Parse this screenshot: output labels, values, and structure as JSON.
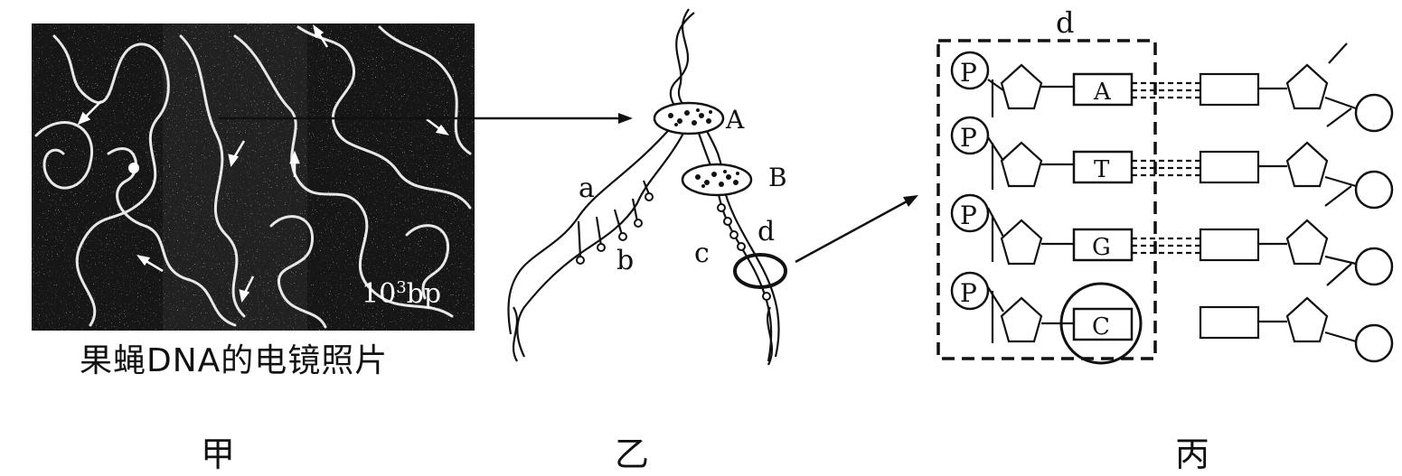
{
  "panel_jia": {
    "scale_label_base": "10",
    "scale_label_exp": "3",
    "scale_label_unit": "bp",
    "caption": "果蝇DNA的电镜照片",
    "label": "甲"
  },
  "panel_yi": {
    "label_A": "A",
    "label_B": "B",
    "label_a": "a",
    "label_b": "b",
    "label_c": "c",
    "label_d": "d",
    "label": "乙"
  },
  "panel_bing": {
    "label_d": "d",
    "phosphate_label": "P",
    "bases": [
      "A",
      "T",
      "G",
      "C"
    ],
    "label": "丙"
  }
}
